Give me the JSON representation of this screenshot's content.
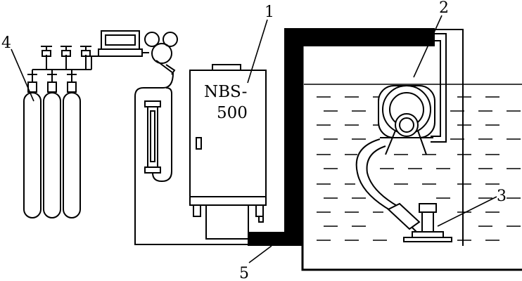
{
  "diagram": {
    "unit_label_line1": "NBS-",
    "unit_label_line2": "500",
    "callouts": [
      {
        "id": "welding-machine",
        "text": "1"
      },
      {
        "id": "wire-feeder",
        "text": "2"
      },
      {
        "id": "welding-torch",
        "text": "3"
      },
      {
        "id": "gas-cylinders",
        "text": "4"
      },
      {
        "id": "cable",
        "text": "5"
      }
    ]
  }
}
